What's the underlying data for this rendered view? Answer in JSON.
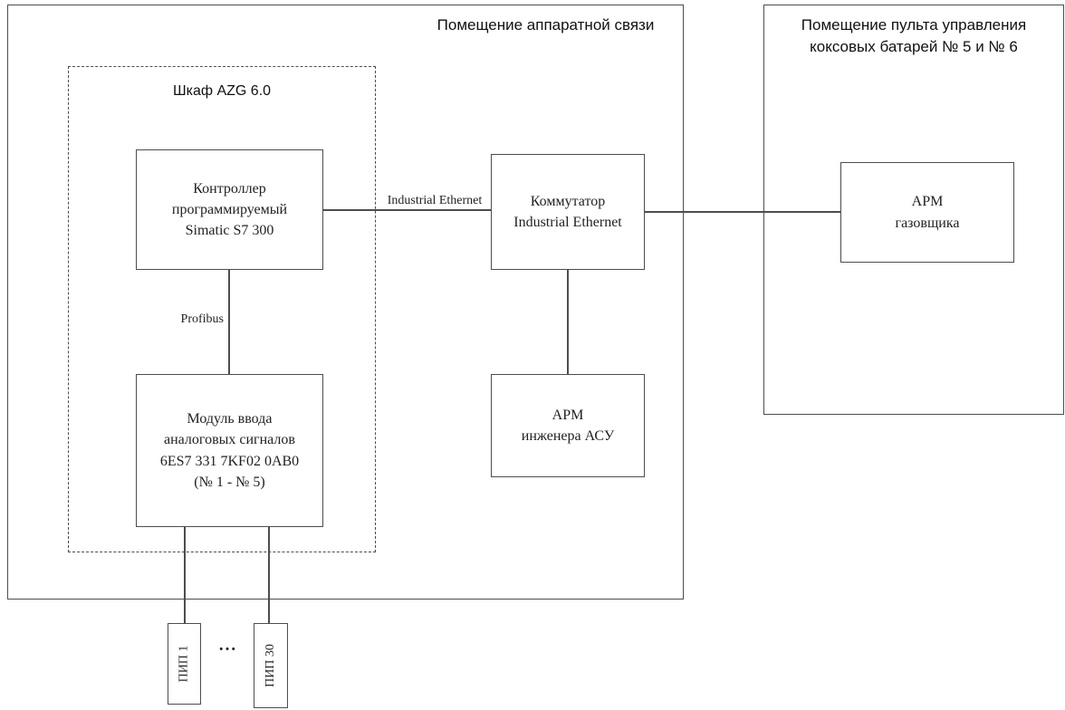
{
  "hardware_room": {
    "title": "Помещение аппаратной связи"
  },
  "control_room": {
    "title": "Помещение пульта управления\nкоксовых батарей № 5 и № 6"
  },
  "cabinet": {
    "title": "Шкаф AZG 6.0"
  },
  "nodes": {
    "controller": "Контроллер\nпрограммируемый\nSimatic S7 300",
    "analog_module": "Модуль ввода\nаналоговых сигналов\n6ES7 331 7KF02 0AB0\n(№ 1 - № 5)",
    "ethernet_switch": "Коммутатор\nIndustrial Ethernet",
    "arm_engineer": "АРМ\nинженера АСУ",
    "arm_gas_worker": "АРМ\nгазовщика",
    "pip_1": "ПИП 1",
    "pip_30": "ПИП 30",
    "pip_ellipsis": "..."
  },
  "links": {
    "industrial_ethernet": "Industrial Ethernet",
    "profibus": "Profibus"
  }
}
